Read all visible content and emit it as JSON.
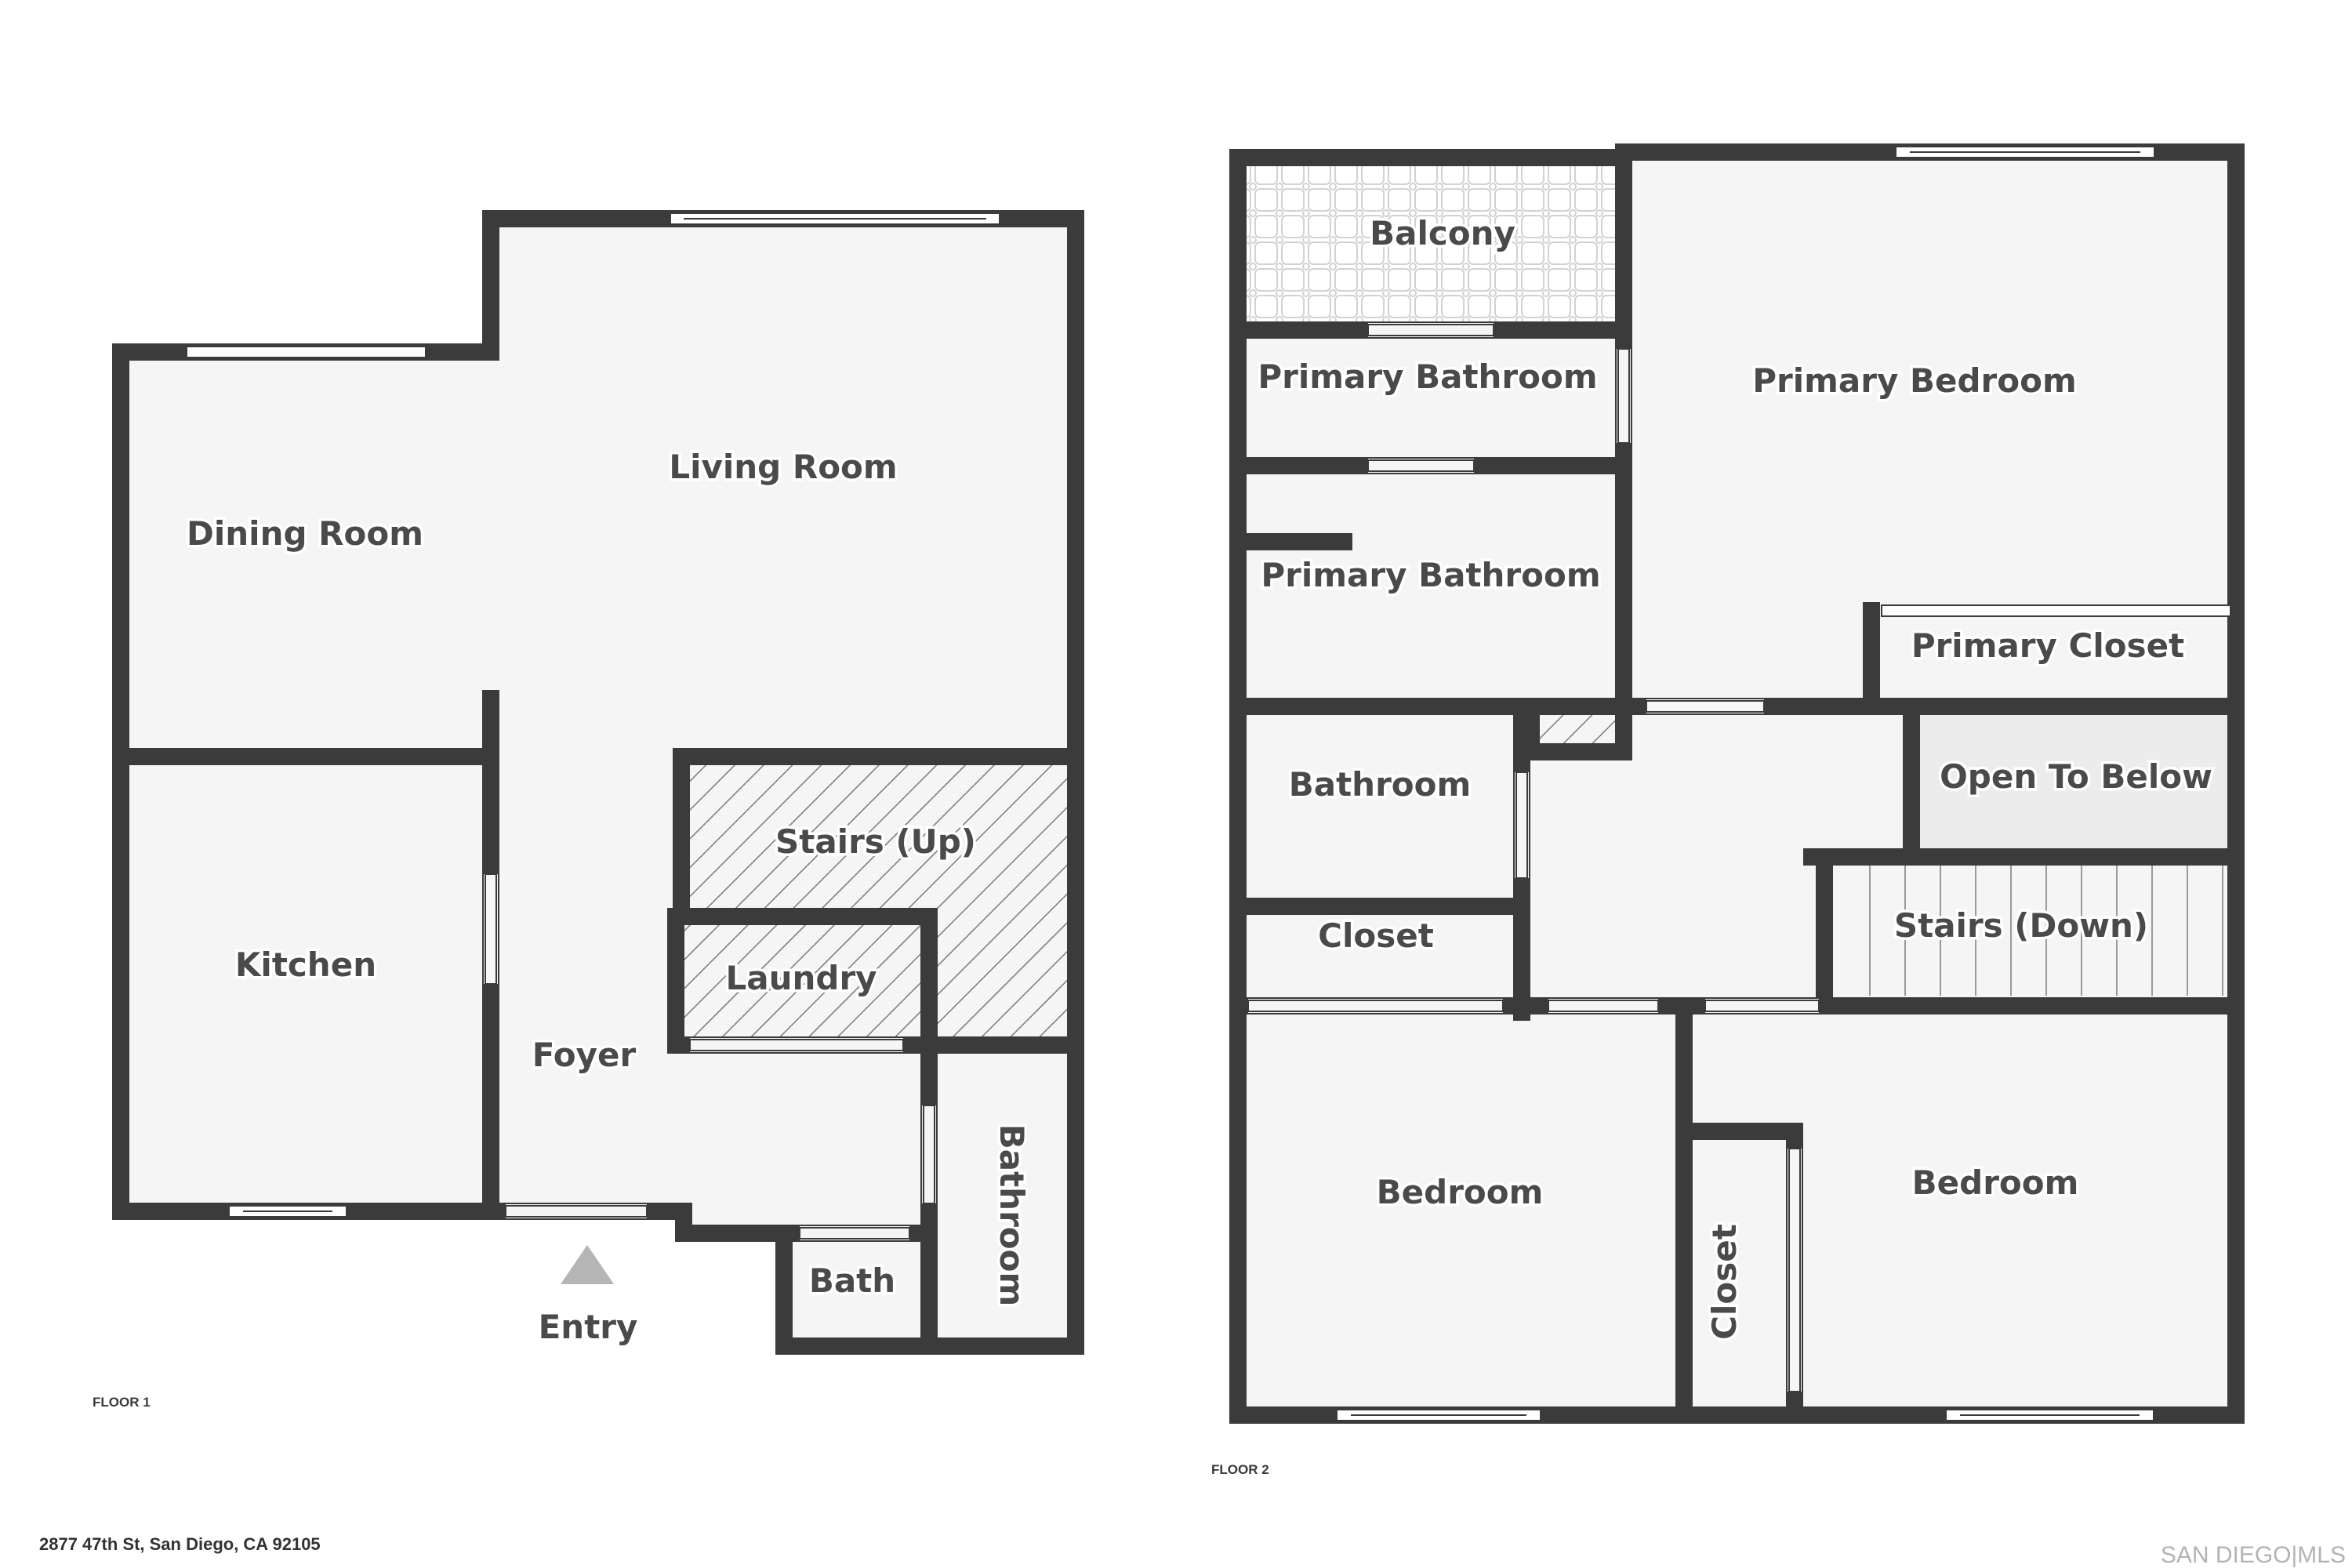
{
  "colors": {
    "wall": "#3b3b3b",
    "floor": "#f5f5f5",
    "label": "#4a4a4a",
    "open_to_below": "#ececec",
    "entry_marker": "#b5b5b5",
    "watermark": "#b3b3b3"
  },
  "floor1": {
    "label": "FLOOR 1",
    "rooms": {
      "living_room": "Living Room",
      "dining_room": "Dining Room",
      "kitchen": "Kitchen",
      "foyer": "Foyer",
      "stairs_up": "Stairs (Up)",
      "laundry": "Laundry",
      "bath": "Bath",
      "bathroom": "Bathroom"
    },
    "entry_label": "Entry"
  },
  "floor2": {
    "label": "FLOOR 2",
    "rooms": {
      "balcony": "Balcony",
      "primary_bathroom_1": "Primary Bathroom",
      "primary_bathroom_2": "Primary Bathroom",
      "primary_bedroom": "Primary Bedroom",
      "primary_closet": "Primary Closet",
      "bathroom": "Bathroom",
      "open_to_below": "Open To Below",
      "stairs_down": "Stairs (Down)",
      "closet_1": "Closet",
      "bedroom_1": "Bedroom",
      "bedroom_2": "Bedroom",
      "closet_2": "Closet"
    }
  },
  "footer": {
    "address": "2877 47th St, San Diego, CA 92105",
    "watermark": "SAN DIEGO|MLS"
  }
}
